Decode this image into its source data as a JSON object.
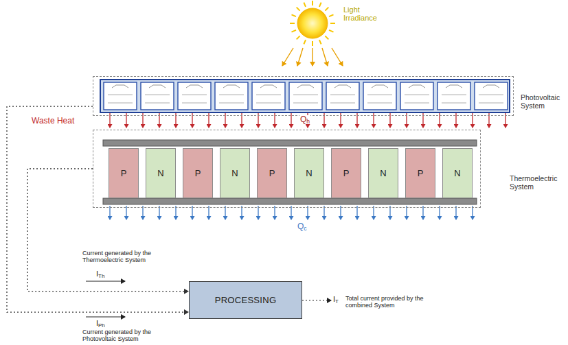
{
  "diagram": {
    "nodes": [
      {
        "text": [
          "Photovoltaic System"
        ]
      },
      {
        "text": [
          "Thermoelectric System"
        ]
      },
      {
        "text": [
          "P"
        ],
        "in": 1
      },
      {
        "text": [
          "N"
        ],
        "in": 1
      },
      {
        "text": [
          "P"
        ],
        "in": 1
      },
      {
        "text": [
          "N"
        ],
        "in": 1
      },
      {
        "text": [
          "P"
        ],
        "in": 1
      },
      {
        "text": [
          "N"
        ],
        "in": 1
      },
      {
        "text": [
          "P"
        ],
        "in": 1
      },
      {
        "text": [
          "N"
        ],
        "in": 1
      },
      {
        "text": [
          "P"
        ],
        "in": 1
      },
      {
        "text": [
          "N"
        ],
        "in": 1
      },
      {
        "text": [
          "PROCESSING"
        ]
      }
    ],
    "edges": [
      {
        "from": 1,
        "to": 12,
        "arrow": "to",
        "label": "ITh"
      },
      {
        "from": 0,
        "to": 12,
        "arrow": "to",
        "label": "IPh"
      }
    ],
    "labels": [
      "Light Irradiance",
      "Waste Heat",
      "Qh",
      "Qc",
      "Current generated by the Thermoelectric System",
      "IT",
      "Total current provided by the combined System",
      "Current generated by the Photovoltaic System"
    ]
  }
}
